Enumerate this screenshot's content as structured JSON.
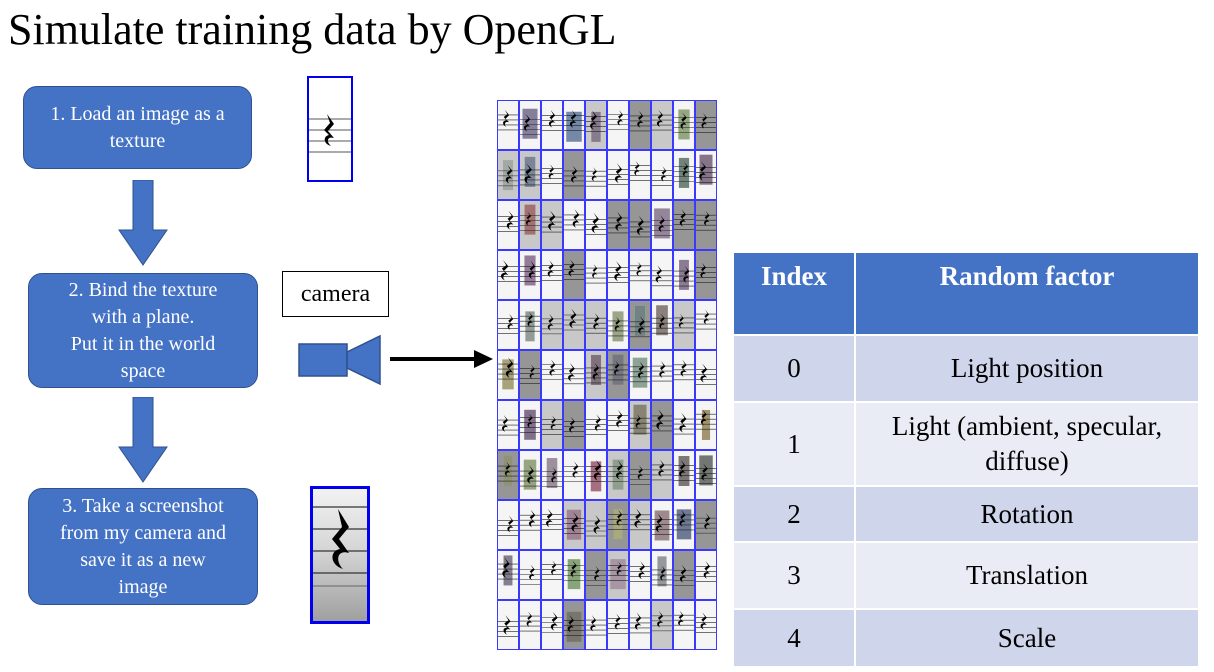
{
  "title": "Simulate training data by OpenGL",
  "steps": [
    "1. Load an image as a\ntexture",
    "2. Bind the texture\nwith a plane.\nPut it in the world\nspace",
    "3. Take a screenshot\nfrom my camera and\nsave it as a new\nimage"
  ],
  "camera_label": "camera",
  "icons": {
    "camera": "camera-icon",
    "arrow": "right-arrow-icon",
    "rest": "quarter-rest-icon"
  },
  "table": {
    "headers": [
      "Index",
      "Random factor"
    ],
    "rows": [
      [
        "0",
        "Light position"
      ],
      [
        "1",
        "Light (ambient, specular, diffuse)"
      ],
      [
        "2",
        "Rotation"
      ],
      [
        "3",
        "Translation"
      ],
      [
        "4",
        "Scale"
      ]
    ]
  },
  "colors": {
    "step_fill": "#4472c4",
    "table_header": "#4472c4",
    "row_dark": "#cfd5ea",
    "row_light": "#e9ebf5",
    "thumb_border": "#0000ee"
  }
}
